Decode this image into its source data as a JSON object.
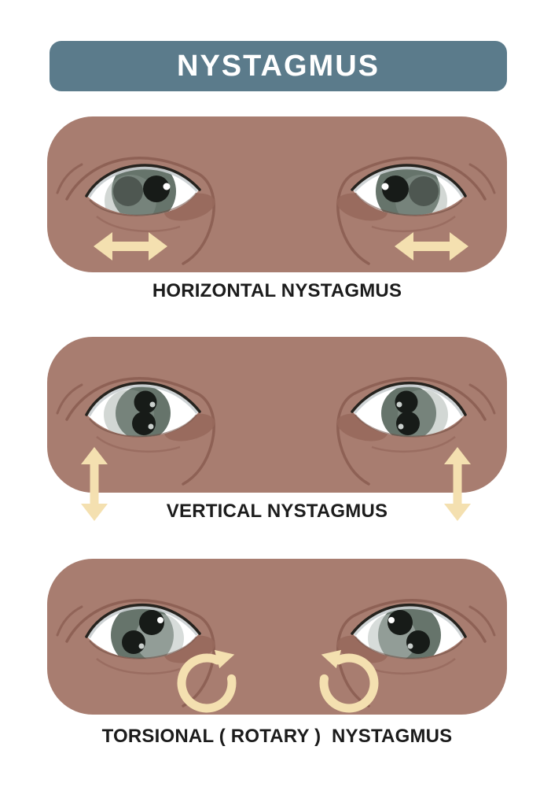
{
  "title": {
    "text": "NYSTAGMUS"
  },
  "sections": [
    {
      "id": "horizontal",
      "caption": "HORIZONTAL NYSTAGMUS",
      "motion": "horizontal",
      "arrow_icon": "horizontal-double-arrow"
    },
    {
      "id": "vertical",
      "caption": "VERTICAL NYSTAGMUS",
      "motion": "vertical",
      "arrow_icon": "vertical-double-arrow"
    },
    {
      "id": "torsional",
      "caption": "TORSIONAL ( ROTARY )  NYSTAGMUS",
      "motion": "rotary",
      "arrow_icon": "circular-rotation-arrow"
    }
  ],
  "palette": {
    "page_bg": "#ffffff",
    "banner_bg": "#5b7b8b",
    "banner_text": "#ffffff",
    "skin": "#a87d70",
    "skin_line": "#8b5e52",
    "skin_shadow": "#97695c",
    "sclera": "#ffffff",
    "sclera_shade": "#c9ced0",
    "lid_line": "#26231e",
    "iris": "#66746b",
    "iris_light": "#8f9c94",
    "pupil": "#171b18",
    "arrow": "#f4e0b0",
    "caption_text": "#1c1c1c"
  }
}
